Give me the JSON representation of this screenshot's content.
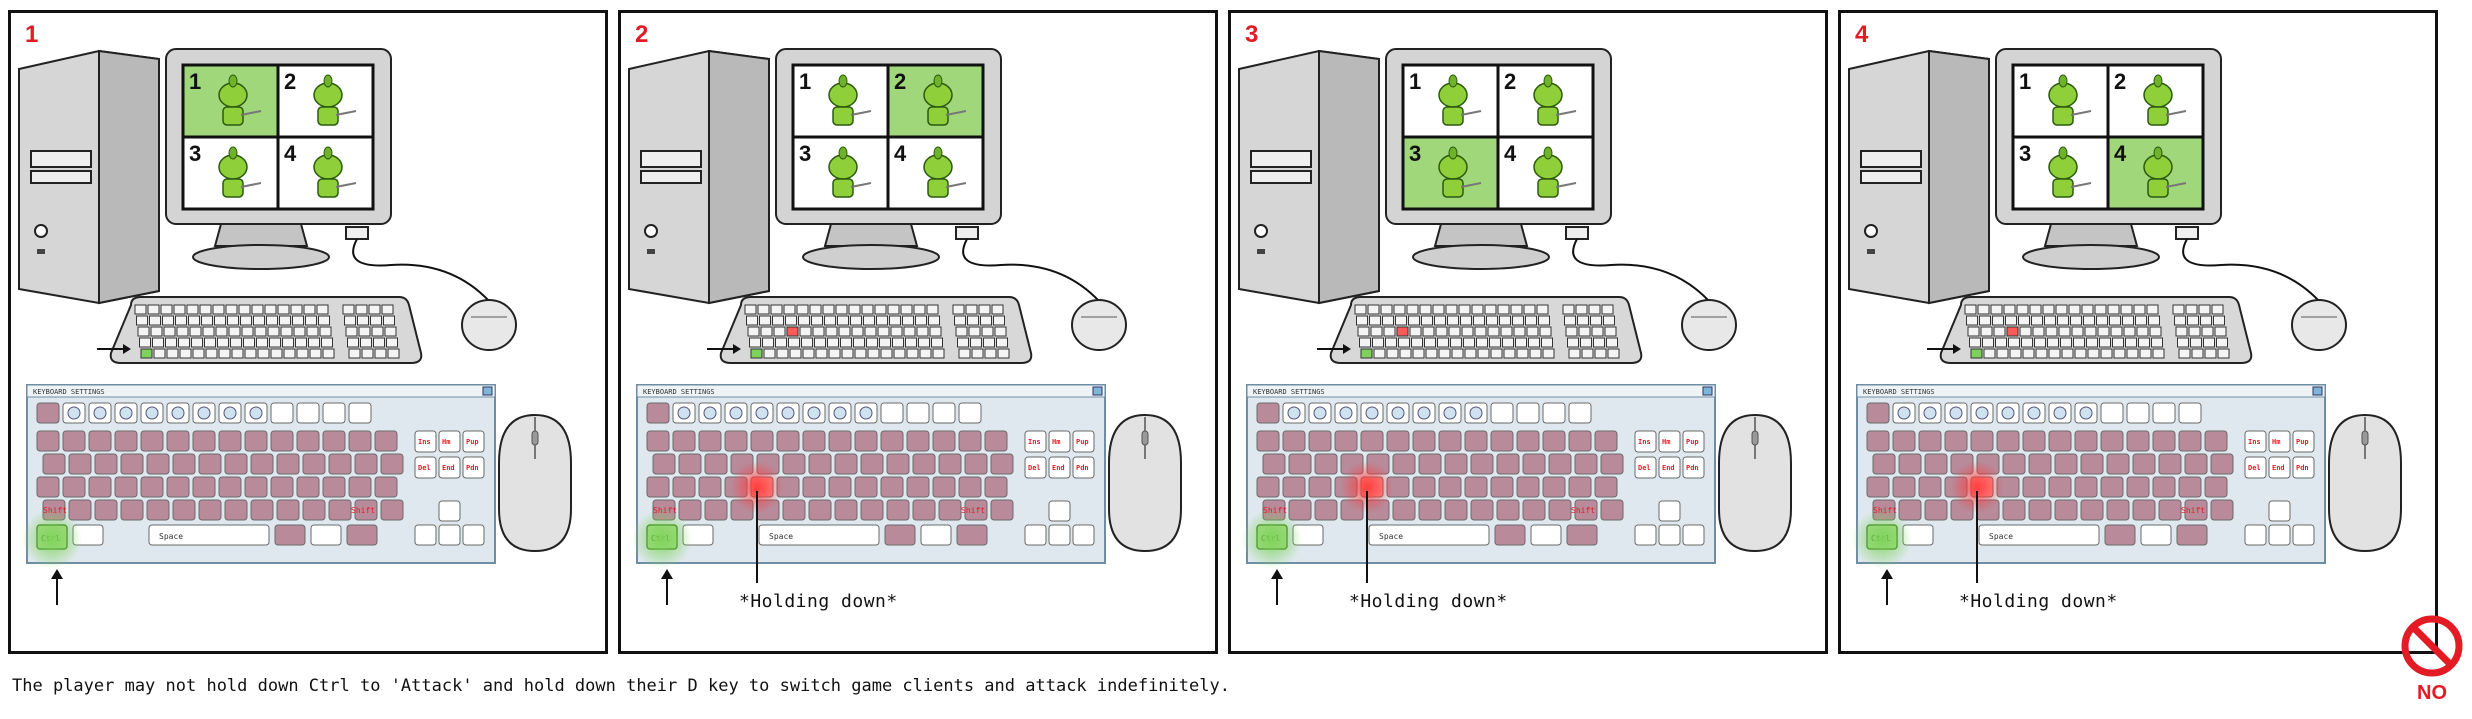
{
  "panels": [
    {
      "number": "1",
      "highlighted_cell": 0,
      "d_key_pressed": false,
      "holding_text": ""
    },
    {
      "number": "2",
      "highlighted_cell": 1,
      "d_key_pressed": true,
      "holding_text": "*Holding down*"
    },
    {
      "number": "3",
      "highlighted_cell": 2,
      "d_key_pressed": true,
      "holding_text": "*Holding down*"
    },
    {
      "number": "4",
      "highlighted_cell": 3,
      "d_key_pressed": true,
      "holding_text": "*Holding down*"
    }
  ],
  "monitor_cells": [
    "1",
    "2",
    "3",
    "4"
  ],
  "keyboard_window_title": "KEYBOARD SETTINGS",
  "keys": {
    "ins": "Ins",
    "hm": "Hm",
    "pup": "Pup",
    "del": "Del",
    "end": "End",
    "pdn": "Pdn",
    "shift_left": "Shift",
    "shift_right": "Shift",
    "ctrl": "Ctrl",
    "space": "Space"
  },
  "caption": "The player may not hold down Ctrl to 'Attack' and hold down their D key to switch game clients and attack indefinitely.",
  "no_label": "NO",
  "colors": {
    "accent": "#e21b24",
    "highlight_green": "#9fd77a",
    "pressed_red": "#ff3b3b",
    "key_pink": "#b88a9a"
  }
}
